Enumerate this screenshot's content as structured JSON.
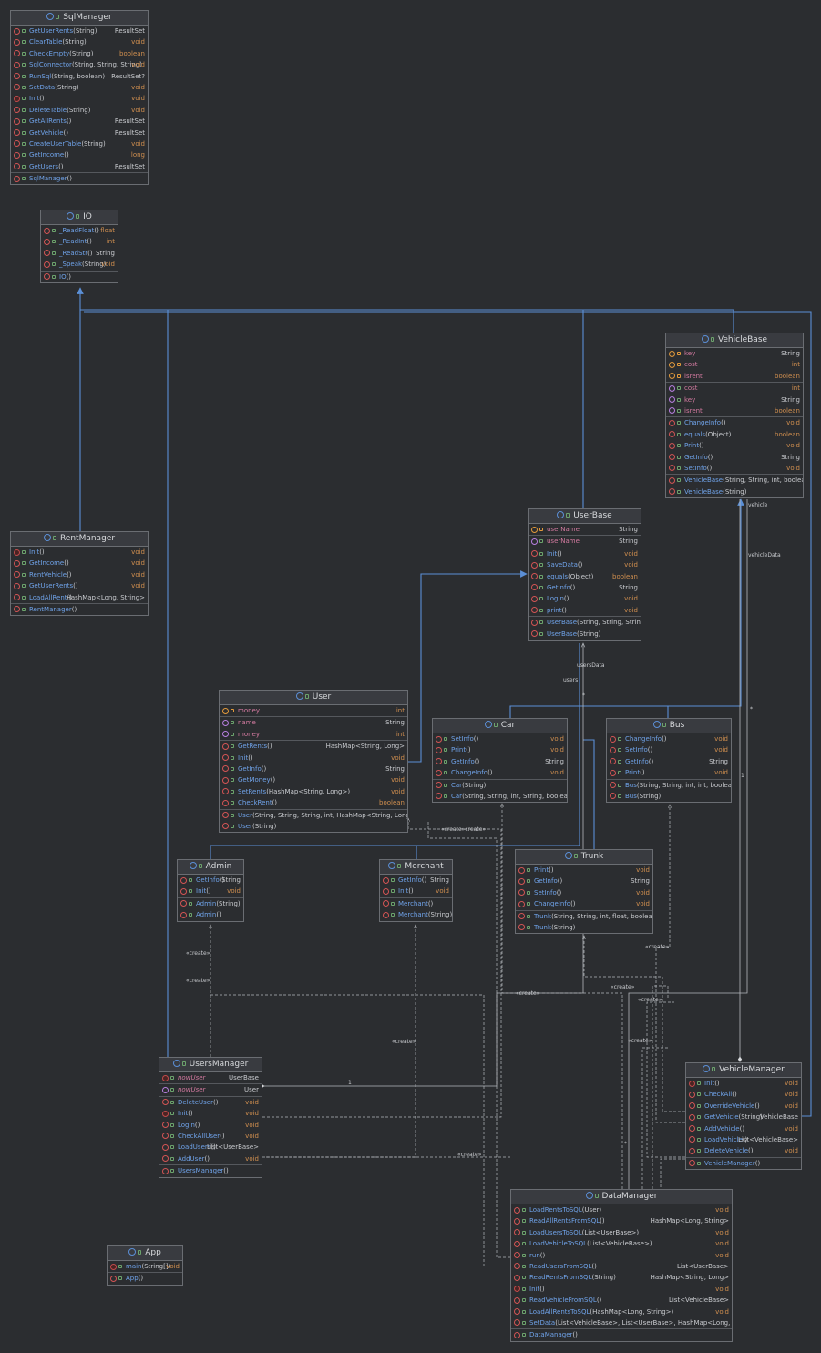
{
  "colors": {
    "background": "#2b2d30",
    "class_header": "#393b40",
    "border": "#6a6d72",
    "method_name": "#6fa2e8",
    "field_name": "#d37aa0",
    "primitive_type": "#cf8e4f",
    "inheritance_arrow": "#5b8fd6",
    "dependency_line": "#b5b8bd"
  },
  "classes": [
    {
      "id": "SqlManager",
      "title": "SqlManager",
      "sections": [
        [
          {
            "name": "GetUserRents",
            "args": "(String)",
            "type": "ResultSet"
          },
          {
            "name": "ClearTable",
            "args": "(String)",
            "type": "void"
          },
          {
            "name": "CheckEmpty",
            "args": "(String)",
            "type": "boolean"
          },
          {
            "name": "SqlConnector",
            "args": "(String, String, String)",
            "type": "void"
          },
          {
            "name": "RunSql",
            "args": "(String, boolean)",
            "type": "ResultSet?"
          },
          {
            "name": "SetData",
            "args": "(String)",
            "type": "void"
          },
          {
            "name": "Init",
            "args": "()",
            "type": "void",
            "mark": "s"
          },
          {
            "name": "DeleteTable",
            "args": "(String)",
            "type": "void"
          },
          {
            "name": "GetAllRents",
            "args": "()",
            "type": "ResultSet"
          },
          {
            "name": "GetVehicle",
            "args": "()",
            "type": "ResultSet"
          },
          {
            "name": "CreateUserTable",
            "args": "(String)",
            "type": "void"
          },
          {
            "name": "GetIncome",
            "args": "()",
            "type": "long"
          },
          {
            "name": "GetUsers",
            "args": "()",
            "type": "ResultSet"
          }
        ],
        [
          {
            "name": "SqlManager",
            "args": "()",
            "type": ""
          }
        ]
      ]
    },
    {
      "id": "IO",
      "title": "IO",
      "sections": [
        [
          {
            "name": "_ReadFloat",
            "args": "()",
            "type": "float"
          },
          {
            "name": "_ReadInt",
            "args": "()",
            "type": "int"
          },
          {
            "name": "_ReadStr",
            "args": "()",
            "type": "String"
          },
          {
            "name": "_Speak",
            "args": "(String)",
            "type": "void"
          }
        ],
        [
          {
            "name": "IO",
            "args": "()",
            "type": ""
          }
        ]
      ]
    },
    {
      "id": "RentManager",
      "title": "RentManager",
      "sections": [
        [
          {
            "name": "Init",
            "args": "()",
            "type": "void",
            "mark": "s"
          },
          {
            "name": "GetIncome",
            "args": "()",
            "type": "void"
          },
          {
            "name": "RentVehicle",
            "args": "()",
            "type": "void"
          },
          {
            "name": "GetUserRents",
            "args": "()",
            "type": "void"
          },
          {
            "name": "LoadAllRent",
            "args": "()",
            "type": "HashMap<Long, String>"
          }
        ],
        [
          {
            "name": "RentManager",
            "args": "()",
            "type": ""
          }
        ]
      ]
    },
    {
      "id": "VehicleBase",
      "title": "VehicleBase",
      "sections": [
        [
          {
            "name": "key",
            "args": "",
            "type": "String",
            "kind": "field",
            "mark": "f"
          },
          {
            "name": "cost",
            "args": "",
            "type": "int",
            "kind": "field",
            "mark": "f"
          },
          {
            "name": "isrent",
            "args": "",
            "type": "boolean",
            "kind": "field",
            "mark": "f"
          }
        ],
        [
          {
            "name": "cost",
            "args": "",
            "type": "int",
            "kind": "field",
            "mark": "p"
          },
          {
            "name": "key",
            "args": "",
            "type": "String",
            "kind": "field",
            "mark": "p"
          },
          {
            "name": "isrent",
            "args": "",
            "type": "boolean",
            "kind": "field",
            "mark": "p"
          }
        ],
        [
          {
            "name": "ChangeInfo",
            "args": "()",
            "type": "void"
          },
          {
            "name": "equals",
            "args": "(Object)",
            "type": "boolean"
          },
          {
            "name": "Print",
            "args": "()",
            "type": "void"
          },
          {
            "name": "GetInfo",
            "args": "()",
            "type": "String"
          },
          {
            "name": "SetInfo",
            "args": "()",
            "type": "void"
          }
        ],
        [
          {
            "name": "VehicleBase",
            "args": "(String, String, int, boolean)",
            "type": ""
          },
          {
            "name": "VehicleBase",
            "args": "(String)",
            "type": ""
          }
        ]
      ]
    },
    {
      "id": "UserBase",
      "title": "UserBase",
      "sections": [
        [
          {
            "name": "userName",
            "args": "",
            "type": "String",
            "kind": "field",
            "mark": "f"
          }
        ],
        [
          {
            "name": "userName",
            "args": "",
            "type": "String",
            "kind": "field",
            "mark": "p"
          }
        ],
        [
          {
            "name": "Init",
            "args": "()",
            "type": "void"
          },
          {
            "name": "SaveData",
            "args": "()",
            "type": "void"
          },
          {
            "name": "equals",
            "args": "(Object)",
            "type": "boolean"
          },
          {
            "name": "GetInfo",
            "args": "()",
            "type": "String"
          },
          {
            "name": "Login",
            "args": "()",
            "type": "void"
          },
          {
            "name": "print",
            "args": "()",
            "type": "void"
          }
        ],
        [
          {
            "name": "UserBase",
            "args": "(String, String, String)",
            "type": ""
          },
          {
            "name": "UserBase",
            "args": "(String)",
            "type": ""
          }
        ]
      ]
    },
    {
      "id": "User",
      "title": "User",
      "sections": [
        [
          {
            "name": "money",
            "args": "",
            "type": "int",
            "kind": "field",
            "mark": "f"
          }
        ],
        [
          {
            "name": "name",
            "args": "",
            "type": "String",
            "kind": "field",
            "mark": "p"
          },
          {
            "name": "money",
            "args": "",
            "type": "int",
            "kind": "field",
            "mark": "p"
          }
        ],
        [
          {
            "name": "GetRents",
            "args": "()",
            "type": "HashMap<String, Long>"
          },
          {
            "name": "Init",
            "args": "()",
            "type": "void"
          },
          {
            "name": "GetInfo",
            "args": "()",
            "type": "String"
          },
          {
            "name": "GetMoney",
            "args": "()",
            "type": "void"
          },
          {
            "name": "SetRents",
            "args": "(HashMap<String, Long>)",
            "type": "void"
          },
          {
            "name": "CheckRent",
            "args": "()",
            "type": "boolean"
          }
        ],
        [
          {
            "name": "User",
            "args": "(String, String, String, int, HashMap<String, Long>)",
            "type": ""
          },
          {
            "name": "User",
            "args": "(String)",
            "type": ""
          }
        ]
      ]
    },
    {
      "id": "Car",
      "title": "Car",
      "sections": [
        [
          {
            "name": "SetInfo",
            "args": "()",
            "type": "void"
          },
          {
            "name": "Print",
            "args": "()",
            "type": "void"
          },
          {
            "name": "GetInfo",
            "args": "()",
            "type": "String"
          },
          {
            "name": "ChangeInfo",
            "args": "()",
            "type": "void"
          }
        ],
        [
          {
            "name": "Car",
            "args": "(String)",
            "type": ""
          },
          {
            "name": "Car",
            "args": "(String, String, int, String, boolean)",
            "type": ""
          }
        ]
      ]
    },
    {
      "id": "Bus",
      "title": "Bus",
      "sections": [
        [
          {
            "name": "ChangeInfo",
            "args": "()",
            "type": "void"
          },
          {
            "name": "SetInfo",
            "args": "()",
            "type": "void"
          },
          {
            "name": "GetInfo",
            "args": "()",
            "type": "String"
          },
          {
            "name": "Print",
            "args": "()",
            "type": "void"
          }
        ],
        [
          {
            "name": "Bus",
            "args": "(String, String, int, int, boolean)",
            "type": ""
          },
          {
            "name": "Bus",
            "args": "(String)",
            "type": ""
          }
        ]
      ]
    },
    {
      "id": "Admin",
      "title": "Admin",
      "sections": [
        [
          {
            "name": "GetInfo",
            "args": "()",
            "type": "String"
          },
          {
            "name": "Init",
            "args": "()",
            "type": "void"
          }
        ],
        [
          {
            "name": "Admin",
            "args": "(String)",
            "type": ""
          },
          {
            "name": "Admin",
            "args": "()",
            "type": ""
          }
        ]
      ]
    },
    {
      "id": "Merchant",
      "title": "Merchant",
      "sections": [
        [
          {
            "name": "GetInfo",
            "args": "()",
            "type": "String"
          },
          {
            "name": "Init",
            "args": "()",
            "type": "void"
          }
        ],
        [
          {
            "name": "Merchant",
            "args": "()",
            "type": ""
          },
          {
            "name": "Merchant",
            "args": "(String)",
            "type": ""
          }
        ]
      ]
    },
    {
      "id": "Trunk",
      "title": "Trunk",
      "sections": [
        [
          {
            "name": "Print",
            "args": "()",
            "type": "void"
          },
          {
            "name": "GetInfo",
            "args": "()",
            "type": "String"
          },
          {
            "name": "SetInfo",
            "args": "()",
            "type": "void"
          },
          {
            "name": "ChangeInfo",
            "args": "()",
            "type": "void"
          }
        ],
        [
          {
            "name": "Trunk",
            "args": "(String, String, int, float, boolean)",
            "type": ""
          },
          {
            "name": "Trunk",
            "args": "(String)",
            "type": ""
          }
        ]
      ]
    },
    {
      "id": "UsersManager",
      "title": "UsersManager",
      "sections": [
        [
          {
            "name": "nowUser",
            "args": "",
            "type": "UserBase",
            "kind": "field",
            "mark": "s",
            "italic": true
          }
        ],
        [
          {
            "name": "nowUser",
            "args": "",
            "type": "User",
            "kind": "field",
            "mark": "p",
            "italic": true
          }
        ],
        [
          {
            "name": "DeleteUser",
            "args": "()",
            "type": "void"
          },
          {
            "name": "Init",
            "args": "()",
            "type": "void",
            "mark": "s"
          },
          {
            "name": "Login",
            "args": "()",
            "type": "void"
          },
          {
            "name": "CheckAllUser",
            "args": "()",
            "type": "void"
          },
          {
            "name": "LoadUsers",
            "args": "()",
            "type": "List<UserBase>"
          },
          {
            "name": "AddUser",
            "args": "()",
            "type": "void"
          }
        ],
        [
          {
            "name": "UsersManager",
            "args": "()",
            "type": ""
          }
        ]
      ]
    },
    {
      "id": "VehicleManager",
      "title": "VehicleManager",
      "sections": [
        [
          {
            "name": "Init",
            "args": "()",
            "type": "void",
            "mark": "s"
          },
          {
            "name": "CheckAll",
            "args": "()",
            "type": "void"
          },
          {
            "name": "OverrideVehicle",
            "args": "()",
            "type": "void"
          },
          {
            "name": "GetVehicle",
            "args": "(String)",
            "type": "VehicleBase"
          },
          {
            "name": "AddVehicle",
            "args": "()",
            "type": "void"
          },
          {
            "name": "LoadVehicle",
            "args": "()",
            "type": "List<VehicleBase>"
          },
          {
            "name": "DeleteVehicle",
            "args": "()",
            "type": "void"
          }
        ],
        [
          {
            "name": "VehicleManager",
            "args": "()",
            "type": ""
          }
        ]
      ]
    },
    {
      "id": "DataManager",
      "title": "DataManager",
      "sections": [
        [
          {
            "name": "LoadRentsToSQL",
            "args": "(User)",
            "type": "void"
          },
          {
            "name": "ReadAllRentsFromSQL",
            "args": "()",
            "type": "HashMap<Long, String>"
          },
          {
            "name": "LoadUsersToSQL",
            "args": "(List<UserBase>)",
            "type": "void"
          },
          {
            "name": "LoadVehicleToSQL",
            "args": "(List<VehicleBase>)",
            "type": "void"
          },
          {
            "name": "run",
            "args": "()",
            "type": "void"
          },
          {
            "name": "ReadUsersFromSQL",
            "args": "()",
            "type": "List<UserBase>"
          },
          {
            "name": "ReadRentsFromSQL",
            "args": "(String)",
            "type": "HashMap<String, Long>"
          },
          {
            "name": "Init",
            "args": "()",
            "type": "void",
            "mark": "s"
          },
          {
            "name": "ReadVehicleFromSQL",
            "args": "()",
            "type": "List<VehicleBase>"
          },
          {
            "name": "LoadAllRentsToSQL",
            "args": "(HashMap<Long, String>)",
            "type": "void"
          },
          {
            "name": "SetData",
            "args": "(List<VehicleBase>, List<UserBase>, HashMap<Long, String>)",
            "type": ""
          }
        ],
        [
          {
            "name": "DataManager",
            "args": "()",
            "type": ""
          }
        ]
      ]
    },
    {
      "id": "App",
      "title": "App",
      "sections": [
        [
          {
            "name": "main",
            "args": "(String[])",
            "type": "void",
            "mark": "s"
          }
        ],
        [
          {
            "name": "App",
            "args": "()",
            "type": ""
          }
        ]
      ]
    }
  ],
  "labels": {
    "vehicle": "vehicle",
    "vehicleData": "vehicleData",
    "usersData": "usersData",
    "users": "users",
    "create_a": "«create»",
    "create_b": "«create»",
    "create_c": "«create»",
    "create_d": "«create»",
    "create_e": "«create»",
    "create_f": "«create»",
    "create_g": "«create»",
    "create_h": "«create»",
    "create_i": "«create»",
    "createcreate": "«create»create»",
    "mult_one_a": "1",
    "mult_one_b": "1",
    "mult_star_a": "*",
    "mult_star_b": "*",
    "mult_star_c": "*"
  }
}
